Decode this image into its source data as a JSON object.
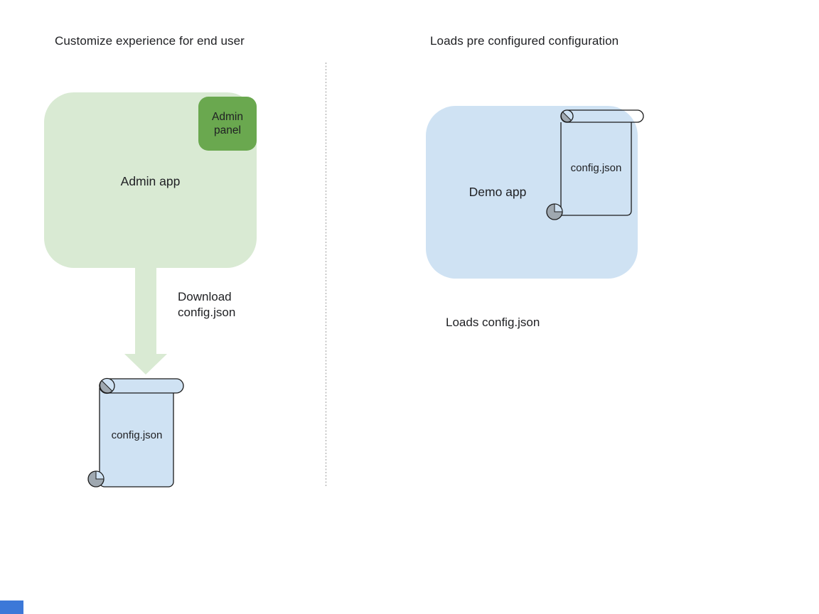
{
  "diagram": {
    "left": {
      "title": "Customize experience for end user",
      "admin_app_label": "Admin app",
      "admin_panel_label": "Admin panel",
      "download_label": "Download\nconfig.json",
      "config_file_label": "config.json"
    },
    "right": {
      "title": "Loads pre configured configuration",
      "demo_app_label": "Demo app",
      "config_file_label": "config.json",
      "caption": "Loads config.json"
    },
    "colors": {
      "light_green": "#d9ead3",
      "dark_green": "#6aa84f",
      "light_blue": "#cfe2f3",
      "curl_gray": "#9fa8b0",
      "outline": "#1b1b1b",
      "divider_gray": "#9e9e9e",
      "corner_blue": "#3c78d8"
    }
  }
}
